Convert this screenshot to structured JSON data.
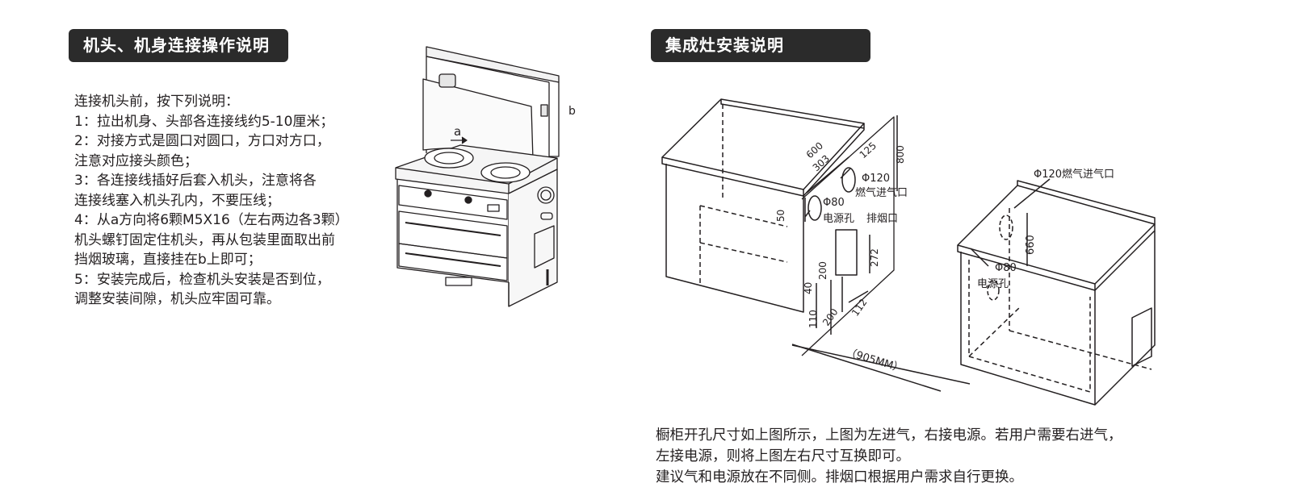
{
  "left_section": {
    "title": "机头、机身连接操作说明",
    "steps": [
      "连接机头前，按下列说明：",
      "1：拉出机身、头部各连接线约5-10厘米；",
      "2：对接方式是圆口对圆口，方口对方口，",
      "注意对应接头颜色；",
      "3：各连接线插好后套入机头，注意将各",
      "连接线塞入机头孔内，不要压线；",
      "4：从a方向将6颗M5X16（左右两边各3颗）",
      "机头螺钉固定住机头，再从包装里面取出前",
      "挡烟玻璃，直接挂在b上即可；",
      "5：安装完成后，检查机头安装是否到位，",
      "调整安装间隙，机头应牢固可靠。"
    ],
    "figure_labels": {
      "a": "a",
      "b": "b"
    }
  },
  "right_section": {
    "title": "集成灶安装说明",
    "dims": {
      "d600": "600",
      "d303": "303",
      "d125": "125",
      "d800": "800",
      "phi120": "Φ120",
      "gas_inlet": "燃气进气口",
      "phi80": "Φ80",
      "power_hole": "电源孔",
      "exhaust": "排烟口",
      "d50": "50",
      "d272": "272",
      "d200": "200",
      "d40": "40",
      "d200b": "200",
      "d110": "110",
      "d112": "112",
      "width": "（905MM）"
    },
    "right_cabinet": {
      "gas_label": "Φ120燃气进气口",
      "d660": "660",
      "phi80": "Φ80",
      "power_hole": "电源孔"
    },
    "notes": [
      "橱柜开孔尺寸如上图所示，上图为左进气，右接电源。若用户需要右进气，",
      "左接电源，则将上图左右尺寸互换即可。",
      "建议气和电源放在不同侧。排烟口根据用户需求自行更换。"
    ]
  }
}
